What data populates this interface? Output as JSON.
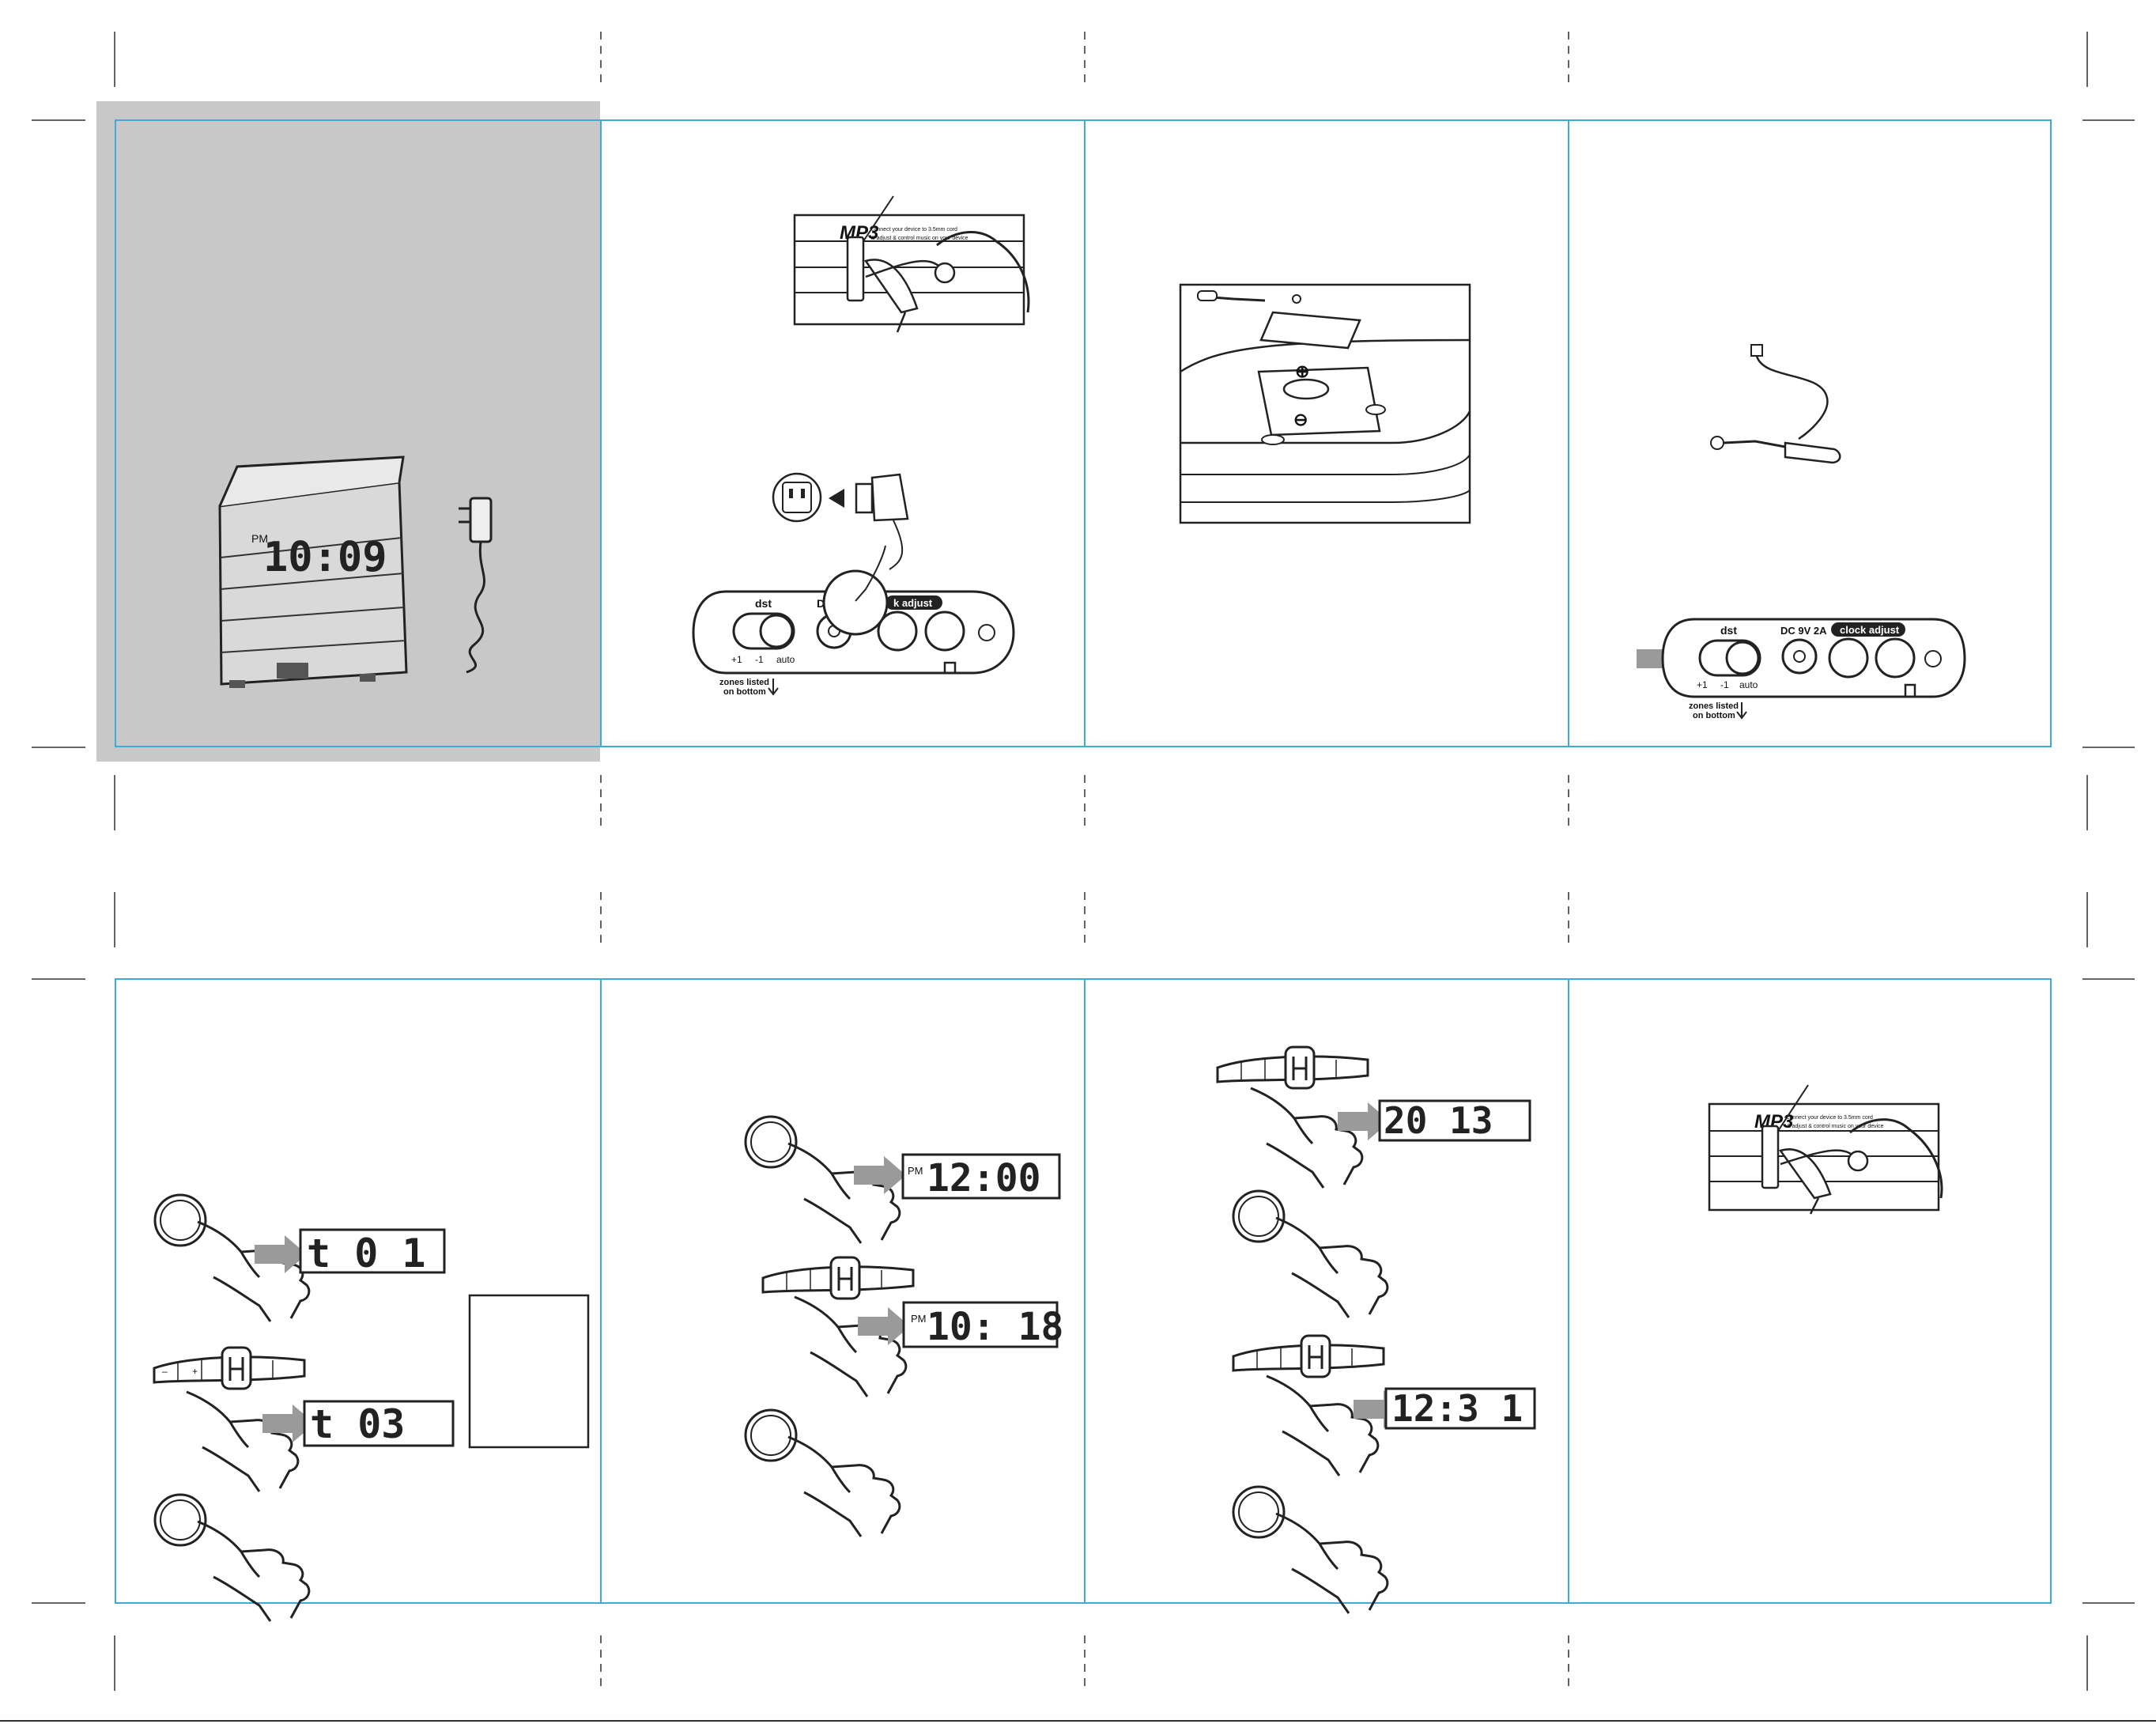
{
  "document": {
    "sheet": "instruction-leaflet-diagrams",
    "colors": {
      "guide": "#3fa9d8",
      "cover_bg": "#c8c8c8",
      "ink": "#222222",
      "arrow": "#9a9a9a"
    },
    "cover": {
      "display_time": "10:09",
      "display_ampm": "PM"
    },
    "back_panel": {
      "dst_label": "dst",
      "dst_options": [
        "+1",
        "-1",
        "auto"
      ],
      "dc_label": "DC",
      "dc_full_label": "DC 9V 2A",
      "clock_adjust_label": "clock adjust",
      "clock_adjust_cropped": "k adjust",
      "zones_line1": "zones listed",
      "zones_line2": "on bottom"
    },
    "aux_panel": {
      "brand": "MP3",
      "line1": "connect your device to 3.5mm cord",
      "line2": "& adjust & control music on your device"
    },
    "displays": {
      "t01": "t  0 1",
      "t03": "t  03",
      "pm1200": "12:00",
      "pm1018": "10: 18",
      "pm_label": "PM",
      "year": "20  13",
      "date": "12:3 1"
    },
    "controls": {
      "minus": "–",
      "plus": "+"
    }
  }
}
